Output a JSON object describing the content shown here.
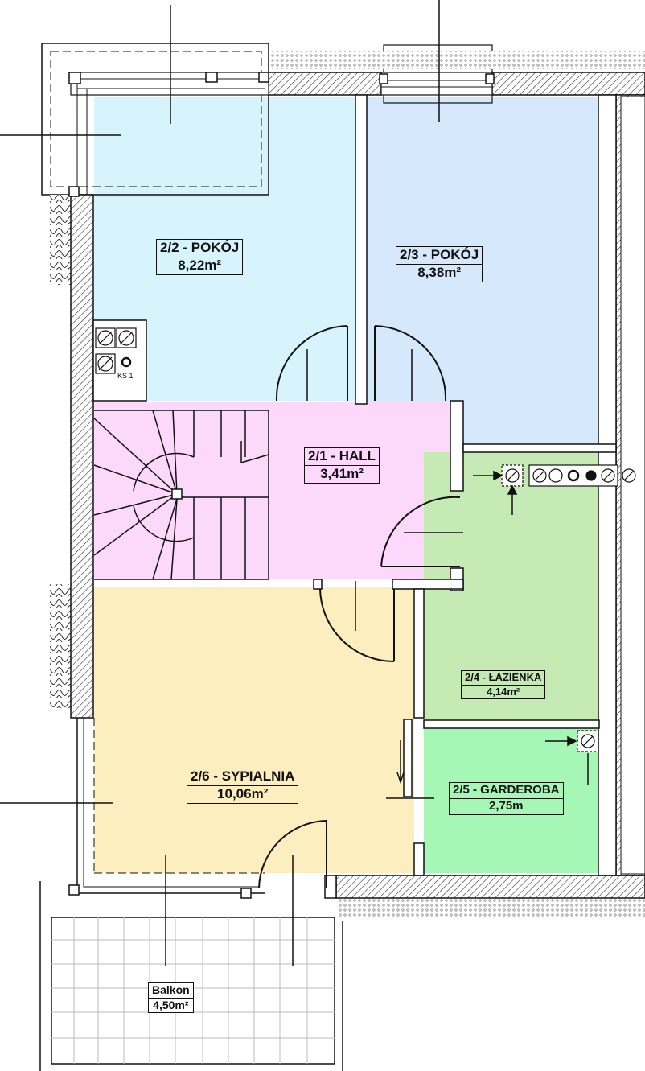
{
  "colors": {
    "pokoj_2": "#d7f4fc",
    "pokoj_3": "#d6e8fb",
    "hall": "#fcd9fb",
    "lazienka": "#c6eab4",
    "garderoba": "#a6f6b6",
    "sypialnia": "#fdeec0",
    "wall": "#9a9a9a",
    "line": "#111111"
  },
  "rooms": {
    "pokoj_2": {
      "name": "2/2 - POKÓJ",
      "area": "8,22m²"
    },
    "pokoj_3": {
      "name": "2/3 - POKÓJ",
      "area": "8,38m²"
    },
    "hall": {
      "name": "2/1 - HALL",
      "area": "3,41m²"
    },
    "lazienka": {
      "name": "2/4 - ŁAZIENKA",
      "area": "4,14m²"
    },
    "garderoba": {
      "name": "2/5 - GARDEROBA",
      "area": "2,75m"
    },
    "sypialnia": {
      "name": "2/6 - SYPIALNIA",
      "area": "10,06m²"
    },
    "balkon": {
      "name": "Balkon",
      "area": "4,50m²"
    }
  },
  "chimney_label": "KS 1'"
}
